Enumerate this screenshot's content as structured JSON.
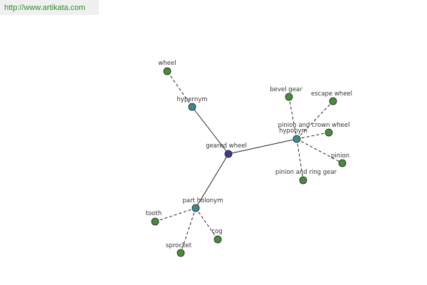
{
  "url": "http://www.artikata.com",
  "colors": {
    "central": "#3b3b8c",
    "relation": "#3d8a8a",
    "leaf": "#4a8a3f"
  },
  "graph": {
    "center": "geared wheel",
    "relations": [
      {
        "label": "hypernym",
        "words": [
          "wheel"
        ]
      },
      {
        "label": "hyponym",
        "words": [
          "bevel gear",
          "escape wheel",
          "pinion and crown wheel",
          "pinion",
          "pinion and ring gear"
        ]
      },
      {
        "label": "part holonym",
        "words": [
          "tooth",
          "sprocket",
          "cog"
        ]
      }
    ]
  }
}
